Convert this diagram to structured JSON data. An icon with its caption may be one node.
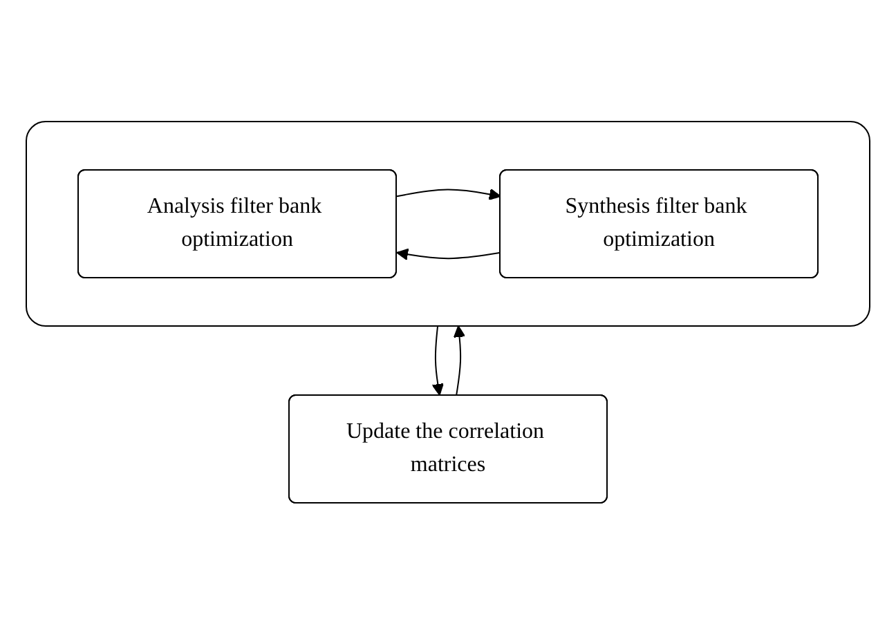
{
  "diagram": {
    "nodes": [
      {
        "text": [],
        "shape": "box"
      },
      {
        "text": [
          "Analysis filter bank optimization"
        ],
        "in": 0
      },
      {
        "text": [
          "Synthesis filter bank optimization"
        ],
        "in": 0
      },
      {
        "text": [
          "Update the correlation matrices"
        ]
      }
    ],
    "edges": [
      {
        "from": 1,
        "to": 2,
        "arrow": "to"
      },
      {
        "from": 2,
        "to": 1,
        "arrow": "to"
      },
      {
        "from": 0,
        "to": 3,
        "arrow": "to"
      },
      {
        "from": 3,
        "to": 0,
        "arrow": "to"
      }
    ]
  }
}
